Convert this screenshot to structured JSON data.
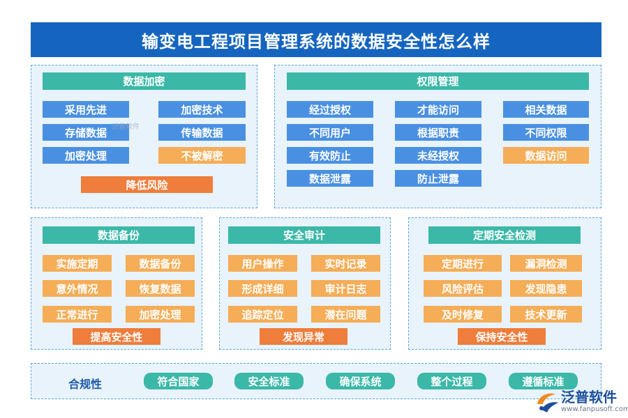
{
  "title": "输变电工程项目管理系统的数据安全性怎么样",
  "encryption": {
    "header": "数据加密",
    "items": [
      "采用先进",
      "加密技术",
      "存储数据",
      "传输数据",
      "加密处理",
      "不被解密"
    ],
    "conclusion": "降低风险"
  },
  "permission": {
    "header": "权限管理",
    "items": [
      "经过授权",
      "才能访问",
      "相关数据",
      "不同用户",
      "根据职责",
      "不同权限",
      "有效防止",
      "未经授权",
      "数据访问",
      "数据泄露",
      "防止泄露"
    ]
  },
  "backup": {
    "header": "数据备份",
    "items": [
      "实施定期",
      "数据备份",
      "意外情况",
      "恢复数据",
      "正常进行",
      "加密处理"
    ],
    "conclusion": "提高安全性"
  },
  "audit": {
    "header": "安全审计",
    "items": [
      "用户操作",
      "实时记录",
      "形成详细",
      "审计日志",
      "追踪定位",
      "潜在问题"
    ],
    "conclusion": "发现异常"
  },
  "inspection": {
    "header": "定期安全检测",
    "items": [
      "定期进行",
      "漏洞检测",
      "风险评估",
      "发现隐患",
      "及时修复",
      "技术更新"
    ],
    "conclusion": "保持安全性"
  },
  "compliance": {
    "label": "合规性",
    "items": [
      "符合国家",
      "安全标准",
      "确保系统",
      "整个过程",
      "遵循标准"
    ]
  },
  "watermark": "泛普软件",
  "logo": {
    "name": "泛普软件",
    "url": "www.fanpusoft.com"
  }
}
